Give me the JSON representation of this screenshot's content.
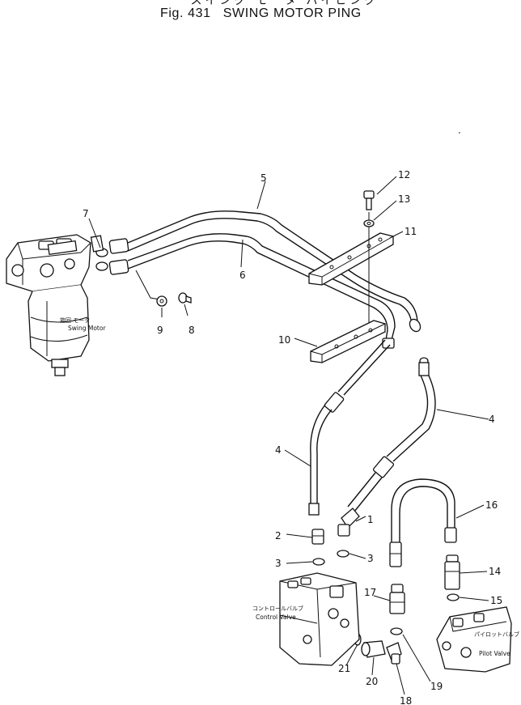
{
  "header": {
    "title_jp": "スイング モータ パイピング",
    "title_en": "Fig. 431   SWING MOTOR PING"
  },
  "components": {
    "swing_motor": {
      "jp": "旋回 モータ",
      "en": "Swing Motor"
    },
    "control_valve": {
      "jp": "コントロールバルブ",
      "en": "Control Valve"
    },
    "pilot_valve": {
      "jp": "パイロットバルブ",
      "en": "Pilot Valve"
    }
  },
  "callouts": {
    "p1": "1",
    "p2": "2",
    "p3a": "3",
    "p3b": "3",
    "p4a": "4",
    "p4b": "4",
    "p5": "5",
    "p6": "6",
    "p7": "7",
    "p8": "8",
    "p9": "9",
    "p10": "10",
    "p11": "11",
    "p12": "12",
    "p13": "13",
    "p14": "14",
    "p15": "15",
    "p16": "16",
    "p17": "17",
    "p18": "18",
    "p19": "19",
    "p20": "20",
    "p21": "21"
  }
}
